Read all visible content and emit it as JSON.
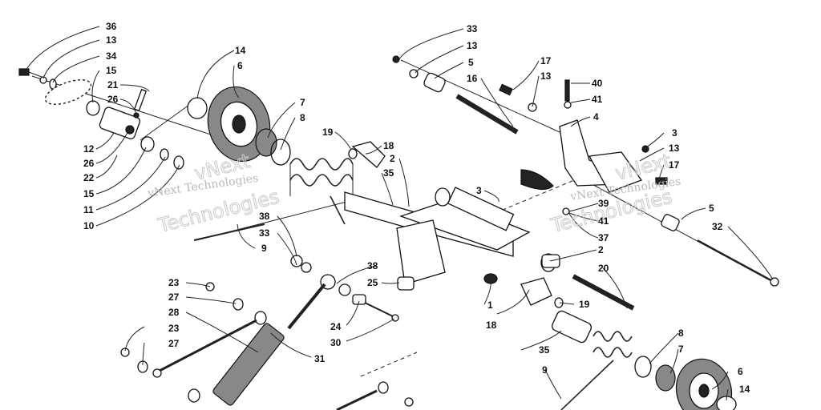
{
  "watermark": {
    "line1": "vNext Technologies",
    "outline_a": "vNext",
    "outline_b": "Technologies"
  },
  "callouts": [
    {
      "id": "c36a",
      "text": "36"
    },
    {
      "id": "c13a",
      "text": "13"
    },
    {
      "id": "c34",
      "text": "34"
    },
    {
      "id": "c15a",
      "text": "15"
    },
    {
      "id": "c21",
      "text": "21"
    },
    {
      "id": "c26a",
      "text": "26"
    },
    {
      "id": "c12",
      "text": "12"
    },
    {
      "id": "c26b",
      "text": "26"
    },
    {
      "id": "c22",
      "text": "22"
    },
    {
      "id": "c15b",
      "text": "15"
    },
    {
      "id": "c11",
      "text": "11"
    },
    {
      "id": "c10",
      "text": "10"
    },
    {
      "id": "c14a",
      "text": "14"
    },
    {
      "id": "c6a",
      "text": "6"
    },
    {
      "id": "c7a",
      "text": "7"
    },
    {
      "id": "c8a",
      "text": "8"
    },
    {
      "id": "c19a",
      "text": "19"
    },
    {
      "id": "c18a",
      "text": "18"
    },
    {
      "id": "c2a",
      "text": "2"
    },
    {
      "id": "c35a",
      "text": "35"
    },
    {
      "id": "c33a",
      "text": "33"
    },
    {
      "id": "c13b",
      "text": "13"
    },
    {
      "id": "c5a",
      "text": "5"
    },
    {
      "id": "c16",
      "text": "16"
    },
    {
      "id": "c17a",
      "text": "17"
    },
    {
      "id": "c13c",
      "text": "13"
    },
    {
      "id": "c40",
      "text": "40"
    },
    {
      "id": "c41a",
      "text": "41"
    },
    {
      "id": "c4",
      "text": "4"
    },
    {
      "id": "c3a",
      "text": "3"
    },
    {
      "id": "c13d",
      "text": "13"
    },
    {
      "id": "c17b",
      "text": "17"
    },
    {
      "id": "c3b",
      "text": "3"
    },
    {
      "id": "c39",
      "text": "39"
    },
    {
      "id": "c41b",
      "text": "41"
    },
    {
      "id": "c37",
      "text": "37"
    },
    {
      "id": "c5b",
      "text": "5"
    },
    {
      "id": "c32",
      "text": "32"
    },
    {
      "id": "c38a",
      "text": "38"
    },
    {
      "id": "c33b",
      "text": "33"
    },
    {
      "id": "c9a",
      "text": "9"
    },
    {
      "id": "c38b",
      "text": "38"
    },
    {
      "id": "c25",
      "text": "25"
    },
    {
      "id": "c2b",
      "text": "2"
    },
    {
      "id": "c20",
      "text": "20"
    },
    {
      "id": "c1",
      "text": "1"
    },
    {
      "id": "c19b",
      "text": "19"
    },
    {
      "id": "c18b",
      "text": "18"
    },
    {
      "id": "c23a",
      "text": "23"
    },
    {
      "id": "c27a",
      "text": "27"
    },
    {
      "id": "c28",
      "text": "28"
    },
    {
      "id": "c23b",
      "text": "23"
    },
    {
      "id": "c27b",
      "text": "27"
    },
    {
      "id": "c24",
      "text": "24"
    },
    {
      "id": "c30",
      "text": "30"
    },
    {
      "id": "c31",
      "text": "31"
    },
    {
      "id": "c35b",
      "text": "35"
    },
    {
      "id": "c9b",
      "text": "9"
    },
    {
      "id": "c8b",
      "text": "8"
    },
    {
      "id": "c7b",
      "text": "7"
    },
    {
      "id": "c6b",
      "text": "6"
    },
    {
      "id": "c14b",
      "text": "14"
    }
  ]
}
